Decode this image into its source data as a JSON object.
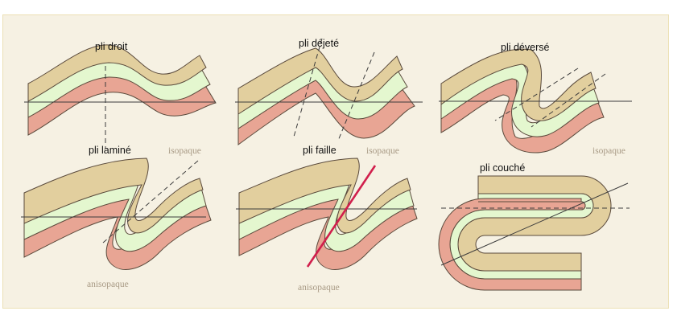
{
  "colors": {
    "background": "#f6f1e3",
    "layer_top": "#e2cf9e",
    "layer_middle": "#e4f7cf",
    "layer_bottom": "#e8a594",
    "outline": "#5a4a3c",
    "fault_line": "#d11f4c"
  },
  "labels": {
    "pli_droit": "pli droit",
    "pli_dejete": "pli déjeté",
    "pli_deverse": "pli déversé",
    "pli_lamine": "pli laminé",
    "pli_faille": "pli faille",
    "pli_couche": "pli couché",
    "isopaque_1": "isopaque",
    "isopaque_2": "isopaque",
    "isopaque_3": "isopaque",
    "anisopaque_1": "anisopaque",
    "anisopaque_2": "anisopaque"
  }
}
